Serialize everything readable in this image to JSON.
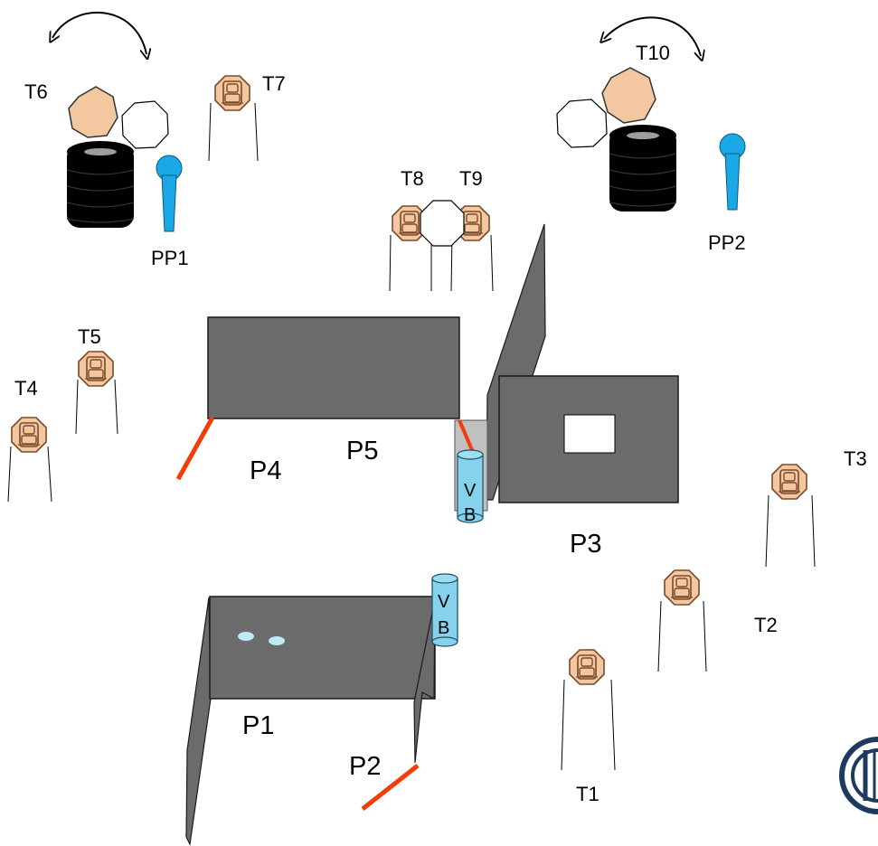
{
  "labels": {
    "t1": "T1",
    "t2": "T2",
    "t3": "T3",
    "t4": "T4",
    "t5": "T5",
    "t6": "T6",
    "t7": "T7",
    "t8": "T8",
    "t9": "T9",
    "t10": "T10",
    "pp1": "PP1",
    "pp2": "PP2",
    "p1": "P1",
    "p2": "P2",
    "p3": "P3",
    "p4": "P4",
    "p5": "P5",
    "vb_letter_v": "V",
    "vb_letter_b": "B"
  },
  "colors": {
    "panel": "#6b6b6b",
    "panel_stroke": "#1a1a1a",
    "barrier": "#f23c0a",
    "tripod_head": "#f3c8a0",
    "tripod_head_stroke": "#7a4a2a",
    "post": "#1aa9e6",
    "vb_cylinder": "#86d2ec",
    "drum": "#000000",
    "ball": "#bfe9f3"
  },
  "icons": [
    "rotation-arrow-icon",
    "logo-emblem-icon"
  ]
}
